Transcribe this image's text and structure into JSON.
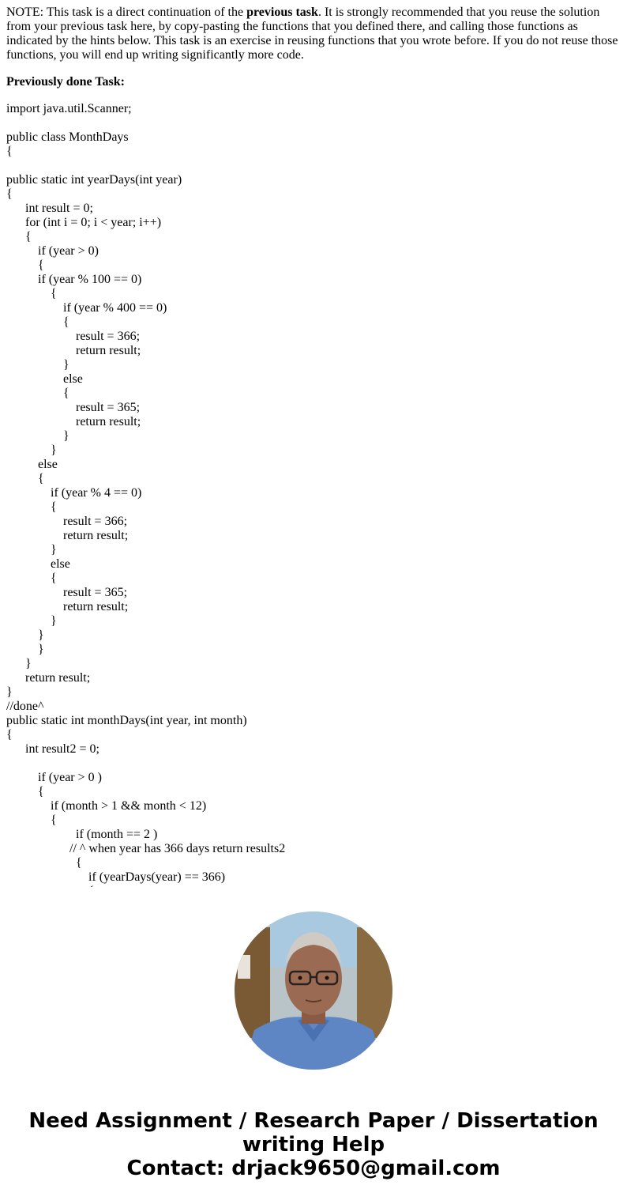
{
  "note": {
    "prefix": "NOTE: This task is a direct continuation of the ",
    "bold": "previous task",
    "suffix": ". It is strongly recommended that you reuse the solution from your previous task here, by copy-pasting the functions that you defined there, and calling those functions as indicated by the hints below. This task is an exercise in reusing functions that you wrote before. If you do not reuse those functions, you will end up writing significantly more code."
  },
  "previous_heading": "Previously done Task:",
  "code_lines": [
    "import java.util.Scanner;",
    "",
    "public class MonthDays",
    "{",
    "",
    "public static int yearDays(int year)",
    "{",
    "      int result = 0;",
    "      for (int i = 0; i < year; i++)",
    "      {",
    "          if (year > 0)",
    "          {",
    "          if (year % 100 == 0)",
    "              {",
    "                  if (year % 400 == 0)",
    "                  {",
    "                      result = 366;",
    "                      return result;",
    "                  }",
    "                  else",
    "                  {",
    "                      result = 365;",
    "                      return result;",
    "                  }",
    "              }",
    "          else",
    "          {",
    "              if (year % 4 == 0)",
    "              {",
    "                  result = 366;",
    "                  return result;",
    "              }",
    "              else",
    "              {",
    "                  result = 365;",
    "                  return result;",
    "              }",
    "          }",
    "          }",
    "      }",
    "      return result;",
    "}",
    "//done^",
    "public static int monthDays(int year, int month)",
    "{",
    "      int result2 = 0;",
    "",
    "          if (year > 0 )",
    "          {",
    "              if (month > 1 && month < 12)",
    "              {",
    "                      if (month == 2 )",
    "                    // ^ when year has 366 days return results2",
    "                      {",
    "                          if (yearDays(year) == 366)",
    "                          {"
  ],
  "promo": {
    "line1": "Need Assignment / Research Paper / Dissertation",
    "line2": "writing Help",
    "line3": "Contact: drjack9650@gmail.com"
  }
}
